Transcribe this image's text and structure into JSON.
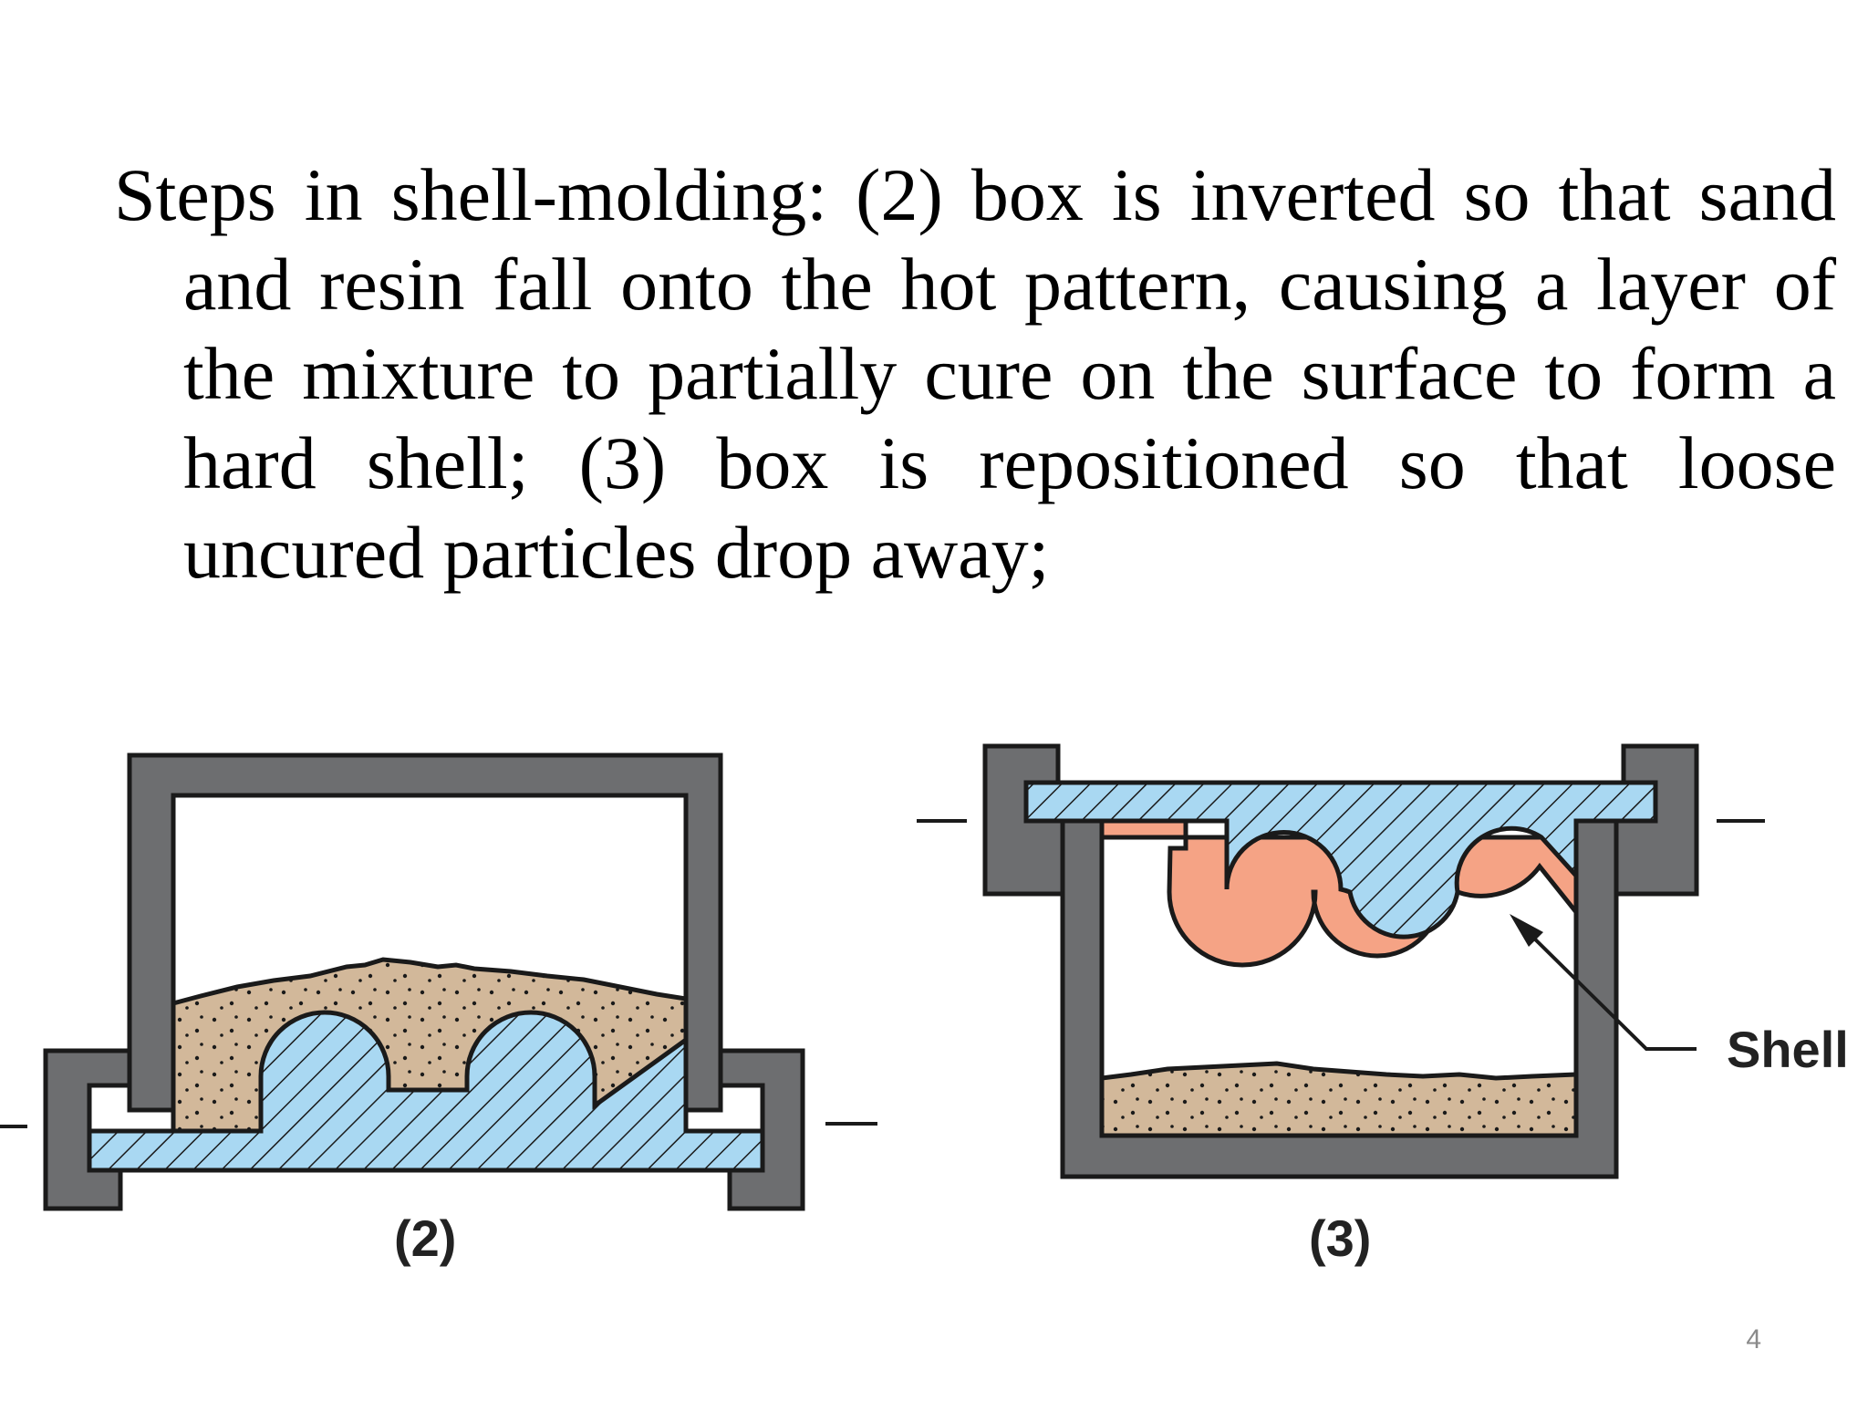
{
  "slide": {
    "body_text": "Steps in shell-molding: (2) box is inverted so that sand and resin fall onto the hot pattern, causing a layer of the mixture to partially cure on the surface to form a hard shell; (3) box is repositioned so that loose uncured particles drop away;",
    "page_number": "4"
  },
  "figure": {
    "step2_caption": "(2)",
    "step3_caption": "(3)",
    "shell_label": "Shell",
    "colors": {
      "box_gray": "#6d6e70",
      "pattern_blue": "#a9d8f2",
      "sand_tan": "#d2b89a",
      "shell_orange": "#f5a385",
      "outline": "#1a1a1a"
    }
  }
}
